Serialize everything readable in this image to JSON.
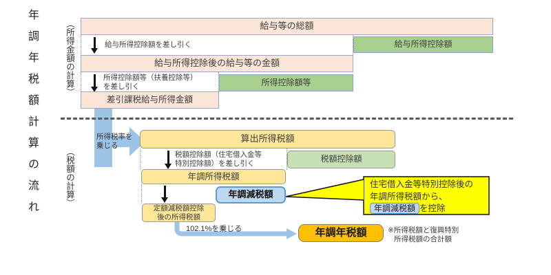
{
  "title": "年調年税額計算の流れ",
  "income": {
    "label": "（所得金額の計算）",
    "box_total_salary": "給与等の総額",
    "step1_note": "給与所得控除額を差し引く",
    "box_salary_deduction": "給与所得控除額",
    "box_after_deduction": "給与所得控除後の給与等の金額",
    "step2_note_line1": "所得控除額等（扶養控除等）",
    "step2_note_line2": "を差し引く",
    "box_income_deductions": "所得控除額等",
    "box_net_taxable": "差引課税給与所得金額"
  },
  "tax": {
    "label": "（税額の計算）",
    "rate_note_line1": "所得税率を",
    "rate_note_line2": "乗じる",
    "box_calculated_tax": "算出所得税額",
    "credit_note_line1": "税額控除額（住宅借入金等",
    "credit_note_line2": "特別控除額）を差し引く",
    "box_tax_credit": "税額控除額",
    "box_adjusted_tax": "年調所得税額",
    "box_reduction": "年調減税額",
    "box_after_flat_line1": "定額減税額控除",
    "box_after_flat_line2": "後の所得税額",
    "multiply_note": "102.1%を乗じる",
    "box_annual_tax": "年調年税額",
    "footnote_line1": "※所得税額と復興特別",
    "footnote_line2": "所得税額の合計額"
  },
  "callout": {
    "line1": "住宅借入金等特別控除後の",
    "line2": "年調所得税額から、",
    "chip": "年調減税額",
    "line3_suffix": "を控除"
  },
  "colors": {
    "peach": "#fbe5d6",
    "green": "#a9d08e",
    "light_green": "#c6e0b4",
    "yellow": "#ffe699",
    "gold": "#ffc000",
    "arrow_blue": "#9dc3e6",
    "chip_blue": "#bdd7ee",
    "chip_border": "#5b9bd5",
    "callout_yellow": "#ffff00",
    "dash_gray": "#595959"
  }
}
